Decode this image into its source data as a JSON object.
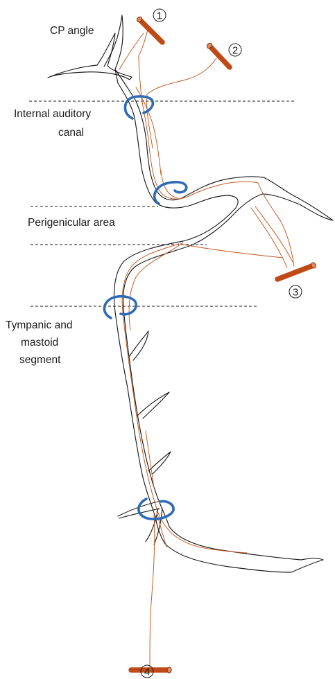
{
  "labels": {
    "cp_angle": "CP angle",
    "internal_auditory_line1": "Internal auditory",
    "internal_auditory_line2": "canal",
    "perigenicular": "Perigenicular area",
    "tympanic_line1": "Tympanic and",
    "tympanic_line2": "mastoid",
    "tympanic_line3": "segment"
  },
  "markers": [
    "1",
    "2",
    "3",
    "4"
  ],
  "colors": {
    "nerve_outline": "#1a1a1a",
    "nerve_fibers": "#c4551c",
    "graft": "#bf4a17",
    "suture_loop": "#2e6bb5"
  },
  "icons": {
    "graft": "nerve-graft-cylinder",
    "suture": "suture-loop"
  }
}
